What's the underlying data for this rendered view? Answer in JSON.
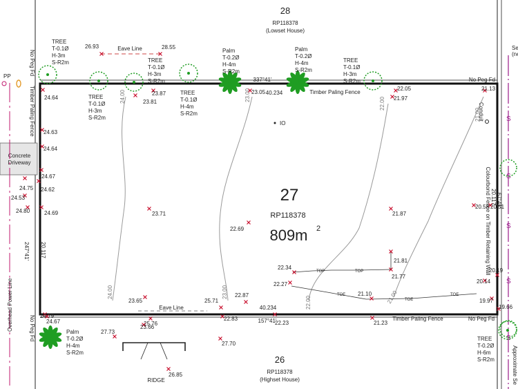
{
  "top": {
    "lot": "28",
    "plan": "RP118378",
    "house": "(Lowset House)"
  },
  "bottom": {
    "lot": "26",
    "plan": "RP118378",
    "house": "(Highset House)",
    "ridge": "RIDGE"
  },
  "main": {
    "lot": "27",
    "plan": "RP118378",
    "area": "809m",
    "area_sup": "2"
  },
  "labels": {
    "eave_top": "Eave Line",
    "eave_bottom": "Eave Line",
    "fence_top": "Timber Paling Fence",
    "fence_bottom": "Timber Paling Fence",
    "fence_left": "Timber Paling Fence",
    "no_peg_top": "No Peg Fd",
    "no_peg_bottom": "No Peg Fd",
    "no_peg_left_top": "No Peg Fd",
    "no_peg_left_bottom": "No Peg Fd",
    "driveway1": "Concrete",
    "driveway2": "Driveway",
    "overhead": "Overhead Power Line",
    "right_fence": "Colourbond Fence on Timber Retaining Wall",
    "conduit": "Conduit",
    "io": "IO",
    "pp": "PP",
    "approx": "Approximate Se",
    "top_right_se": "Se",
    "top_right_ne": "(ne"
  },
  "bearings": {
    "top": "337°41'",
    "top_dist": "40.234",
    "bottom": "157°41'",
    "bottom_dist": "40.234",
    "left": "247°41'",
    "left_dist": "20.117",
    "right": "67°41'",
    "right_dist": "20.117"
  },
  "trees": [
    {
      "name": "TREE",
      "t": "T-0.1Ø",
      "h": "H-3m",
      "s": "S-R2m"
    },
    {
      "name": "TREE",
      "t": "T-0.1Ø",
      "h": "H-3m",
      "s": "S-R2m"
    },
    {
      "name": "TREE",
      "t": "T-0.1Ø",
      "h": "H-3m",
      "s": "S-R2m"
    },
    {
      "name": "TREE",
      "t": "T-0.1Ø",
      "h": "H-4m",
      "s": "S-R2m"
    },
    {
      "name": "Palm",
      "t": "T-0.2Ø",
      "h": "H-4m",
      "s": "S-R2m"
    },
    {
      "name": "Palm",
      "t": "T-0.2Ø",
      "h": "H-4m",
      "s": "S-R2m"
    },
    {
      "name": "TREE",
      "t": "T-0.1Ø",
      "h": "H-3m",
      "s": "S-R2m"
    },
    {
      "name": "Palm",
      "t": "T-0.2Ø",
      "h": "H-4m",
      "s": "S-R2m"
    },
    {
      "name": "TREE",
      "t": "T-0.2Ø",
      "h": "H-6m",
      "s": "S-R2m"
    }
  ],
  "contours": [
    "24.00",
    "23.00",
    "22.00",
    "21.00",
    "24.00",
    "23.00",
    "22.00",
    "21.00"
  ],
  "spot_levels": [
    "24.64",
    "26.93",
    "28.55",
    "23.87",
    "23.81",
    "23.05",
    "22.05",
    "21.97",
    "21.13",
    "24.63",
    "24.64",
    "24.67",
    "24.62",
    "24.75",
    "24.53",
    "24.80",
    "24.69",
    "23.71",
    "22.69",
    "21.87",
    "20.58",
    "20.51",
    "21.81",
    "22.34",
    "21.77",
    "22.27",
    "21.10",
    "20.14",
    "20.19",
    "19.97",
    "19.66",
    "23.65",
    "25.76",
    "23.66",
    "22.87",
    "25.71",
    "22.83",
    "22.23",
    "21.23",
    "24.79",
    "24.67",
    "27.73",
    "27.70",
    "26.85"
  ],
  "keys": {
    "top": "TOP",
    "toe": "TOE",
    "s": "S"
  }
}
